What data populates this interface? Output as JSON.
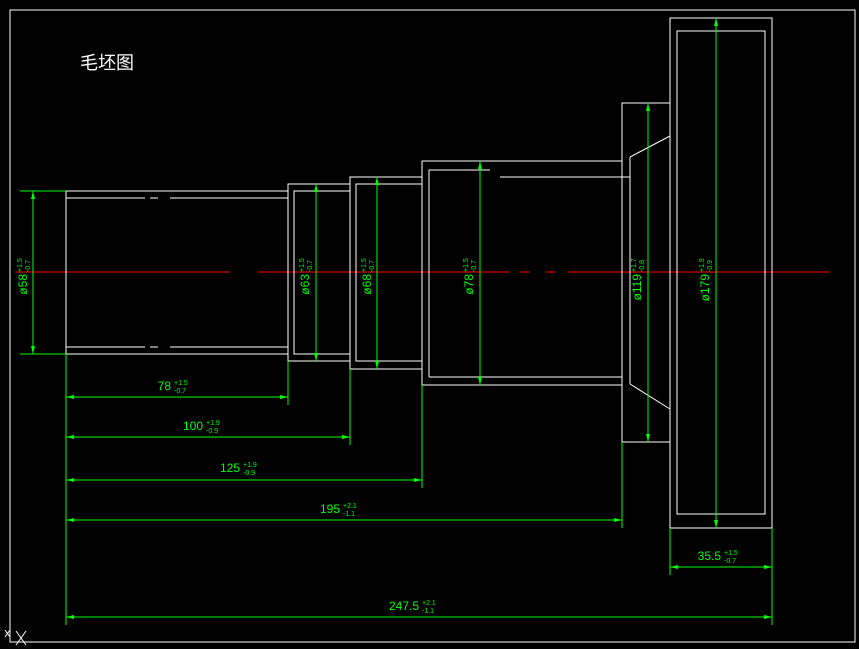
{
  "title": "毛坯图",
  "colors": {
    "background": "#000000",
    "outline": "#ffffff",
    "dimension": "#00ff00",
    "centerline": "#ff0000"
  },
  "diameters": [
    {
      "value": "ø58",
      "upper": "+1.5",
      "lower": "-0.7"
    },
    {
      "value": "ø63",
      "upper": "+1.5",
      "lower": "-0.7"
    },
    {
      "value": "ø68",
      "upper": "+1.5",
      "lower": "-0.7"
    },
    {
      "value": "ø78",
      "upper": "+1.5",
      "lower": "-0.7"
    },
    {
      "value": "ø119",
      "upper": "+1.7",
      "lower": "-0.8"
    },
    {
      "value": "ø179",
      "upper": "+1.9",
      "lower": "-0.9"
    }
  ],
  "lengths": [
    {
      "value": "78",
      "upper": "+1.5",
      "lower": "-0.7"
    },
    {
      "value": "100",
      "upper": "+1.9",
      "lower": "-0.9"
    },
    {
      "value": "125",
      "upper": "+1.9",
      "lower": "-0.9"
    },
    {
      "value": "195",
      "upper": "+2.1",
      "lower": "-1.1"
    },
    {
      "value": "35.5",
      "upper": "+1.5",
      "lower": "-0.7"
    },
    {
      "value": "247.5",
      "upper": "+2.1",
      "lower": "-1.1"
    }
  ]
}
